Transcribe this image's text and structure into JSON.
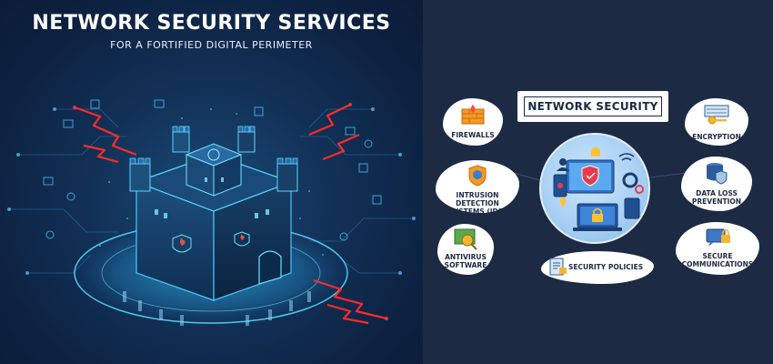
{
  "left_panel": {
    "title": "NETWORK SECURITY SERVICES",
    "subtitle": "FOR A FORTIFIED DIGITAL PERIMETER"
  },
  "right_panel": {
    "center_label": "NETWORK SECURITY",
    "nodes": [
      {
        "label": "FIREWALLS",
        "icon": "firewall-icon"
      },
      {
        "label": "ENCRYPTION",
        "icon": "encryption-key-icon"
      },
      {
        "label": "INTRUSION DETECTION\nSYSTEMS (IDS)",
        "icon": "shield-icon"
      },
      {
        "label": "DATA LOSS\nPREVENTION",
        "icon": "database-shield-icon"
      },
      {
        "label": "ANTIVIRUS\nSOFTWARE",
        "icon": "antivirus-icon"
      },
      {
        "label": "SECURITY POLICIES",
        "icon": "policy-document-icon"
      },
      {
        "label": "SECURE\nCOMMUNICATIONS",
        "icon": "secure-communication-icon"
      }
    ]
  },
  "colors": {
    "left_bg": "#0d2242",
    "right_bg": "#1c2a44",
    "neon_cyan": "#3fd6ff",
    "alert_red": "#ff2a2a",
    "hub_blue": "#a9d1f4"
  }
}
